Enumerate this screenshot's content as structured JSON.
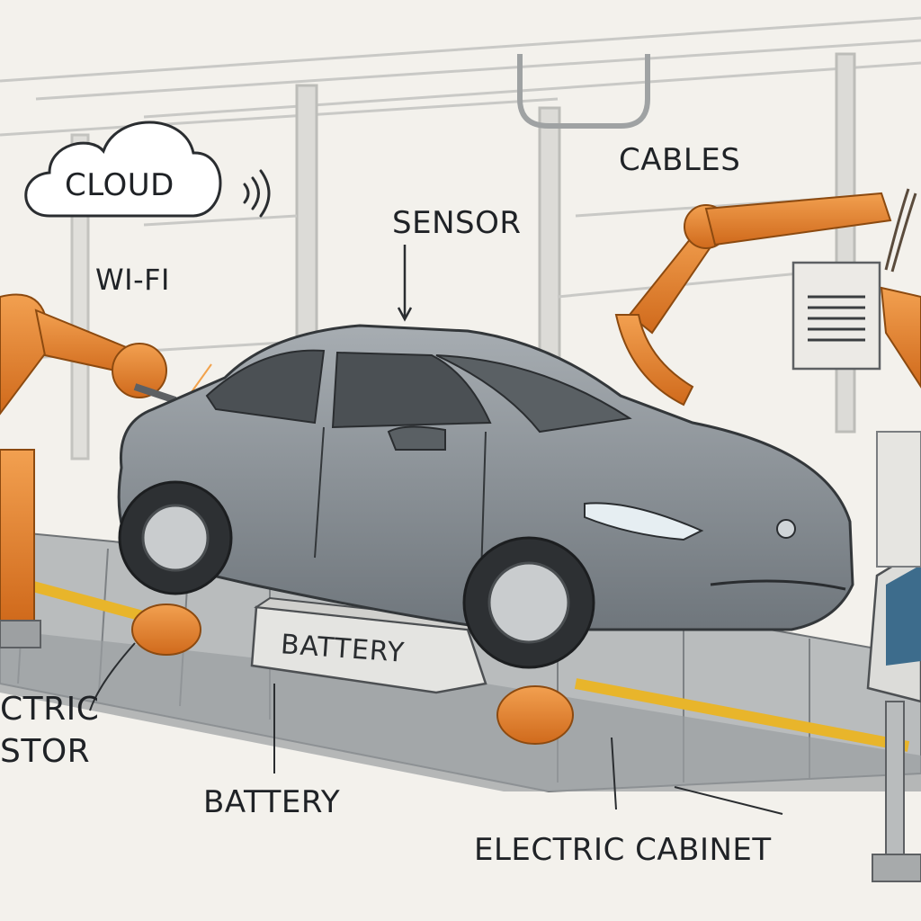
{
  "labels": {
    "cloud": "CLOUD",
    "wifi": "WI-FI",
    "sensor": "SENSOR",
    "cables": "CABLES",
    "electric_motor_line1": "CTRIC",
    "electric_motor_line2": "STOR",
    "battery": "BATTERY",
    "battery_box": "BATTERY",
    "electric_cabinet": "ELECTRIC CABINET"
  },
  "colors": {
    "background": "#f3f1ec",
    "robot_orange": "#e8832f",
    "car_body": "#8c9298",
    "ink": "#1f2226",
    "rail_yellow": "#e8b52b"
  },
  "icons": [
    "cloud-icon",
    "wifi-signal-icon",
    "spark-icon"
  ]
}
